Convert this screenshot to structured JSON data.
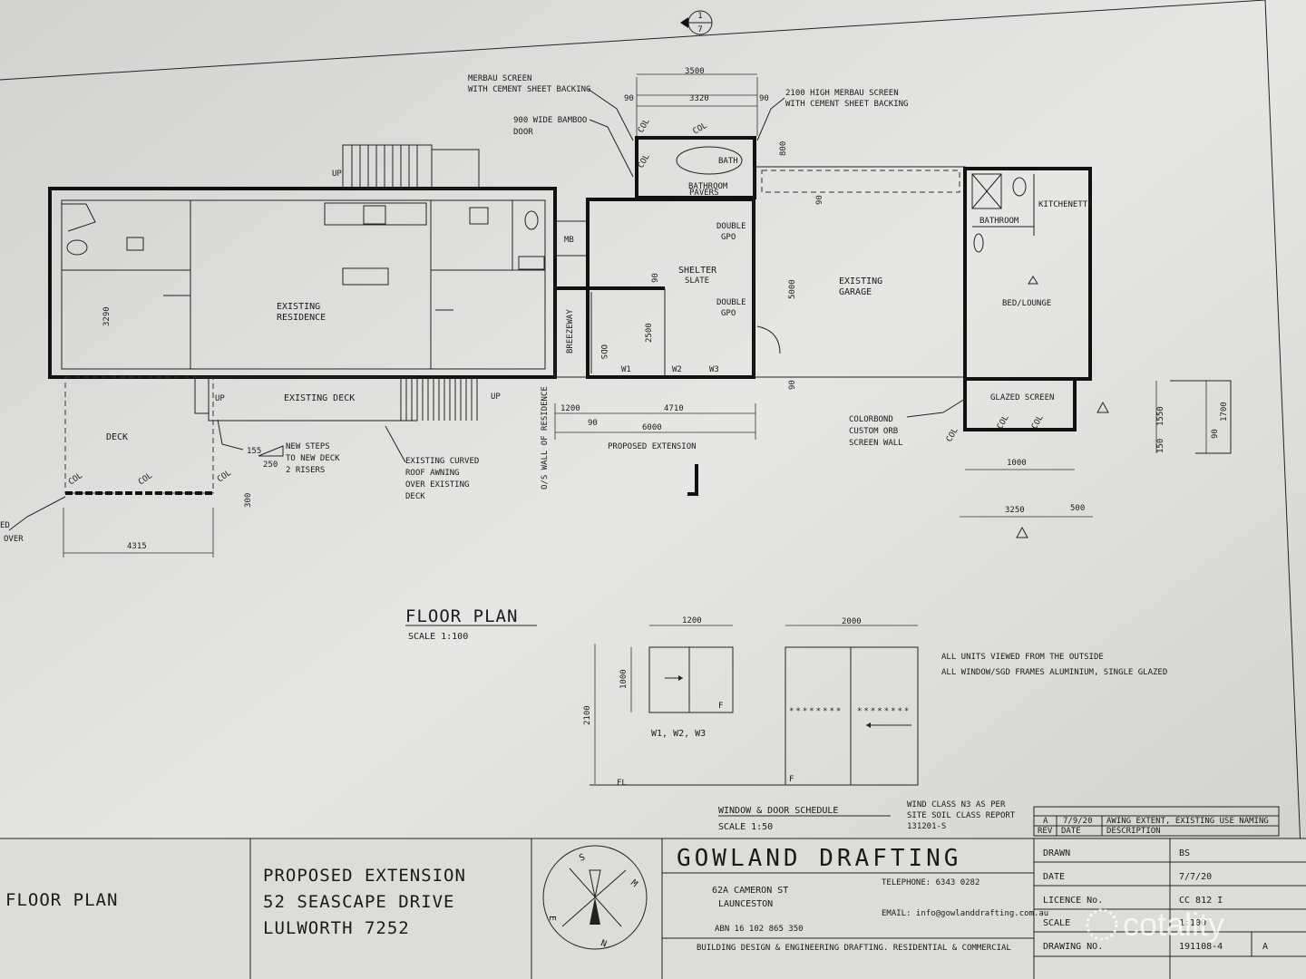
{
  "plan": {
    "north_marker": {
      "top": "1",
      "bottom": "7"
    },
    "rooms": {
      "existing_residence": "EXISTING\nRESIDENCE",
      "existing_deck": "EXISTING DECK",
      "deck": "DECK",
      "shelter": "SHELTER",
      "shelter_finish": "SLATE",
      "bathroom_top": "BATHROOM",
      "bathroom_top_finish": "PAVERS",
      "bath": "BATH",
      "breezeway": "BREEZEWAY",
      "ods": "ODS",
      "existing_garage": "EXISTING\nGARAGE",
      "bathroom_right": "BATHROOM",
      "kitchenette": "KITCHENETTE",
      "bed_lounge": "BED/LOUNGE",
      "glazed_screen": "GLAZED SCREEN",
      "mb": "MB"
    },
    "notes": {
      "merbau_screen": "MERBAU SCREEN\nWITH CEMENT SHEET BACKING",
      "bamboo_door": "900 WIDE BAMBOO\nDOOR",
      "merbau_2100": "2100 HIGH MERBAU SCREEN\nWITH CEMENT SHEET BACKING",
      "double_gpo_1": "DOUBLE\nGPO",
      "double_gpo_2": "DOUBLE\nGPO",
      "new_steps": "NEW STEPS\nTO NEW DECK\n2 RISERS",
      "curved_roof": "EXISTING CURVED\nROOF AWNING\nOVER EXISTING\nDECK",
      "colorbond": "COLORBOND\nCUSTOM ORB\nSCREEN WALL",
      "partial_left": "ED\nOVER",
      "proposed_extension": "PROPOSED EXTENSION",
      "os_wall": "O/S WALL OF RESIDENCE",
      "up1": "UP",
      "up2": "UP",
      "up3": "UP",
      "col": "COL",
      "step_rise": "155",
      "step_going": "250"
    },
    "windows": [
      "W1",
      "W2",
      "W3"
    ],
    "dims": {
      "d3500": "3500",
      "d3320": "3320",
      "d90a": "90",
      "d90b": "90",
      "d800": "800",
      "d90c": "90",
      "d5000": "5000",
      "d90d": "90",
      "d90e": "90",
      "d3290": "3290",
      "d2500": "2500",
      "d1200": "1200",
      "d4710": "4710",
      "d90f": "90",
      "d6000": "6000",
      "d4315": "4315",
      "d300": "300",
      "d1000": "1000",
      "d3250": "3250",
      "d500": "500",
      "d1550": "1550",
      "d1700": "1700",
      "d150": "150",
      "d90g": "90"
    },
    "title": "FLOOR PLAN",
    "scale": "SCALE 1:100"
  },
  "schedule": {
    "w_width": "1200",
    "w_height": "1000",
    "total_height": "2100",
    "door_width": "2000",
    "w_label": "W1, W2, W3",
    "f_mark": "F",
    "fl": "FL",
    "note1": "ALL UNITS VIEWED FROM THE OUTSIDE",
    "note2": "ALL WINDOW/SGD FRAMES ALUMINIUM, SINGLE GLAZED",
    "title": "WINDOW & DOOR SCHEDULE",
    "scale": "SCALE 1:50",
    "wind": "WIND CLASS N3 AS PER\nSITE SOIL CLASS REPORT\n131201-S"
  },
  "revision": {
    "rev": "A",
    "date": "7/9/20",
    "description": "AWING EXTENT, EXISTING USE NAMING",
    "h_rev": "REV",
    "h_date": "DATE",
    "h_desc": "DESCRIPTION"
  },
  "title_block": {
    "sheet_title": "FLOOR PLAN",
    "project": [
      "PROPOSED EXTENSION",
      "52 SEASCAPE DRIVE",
      "LULWORTH 7252"
    ],
    "compass": {
      "s": "S",
      "e": "E",
      "m": "M",
      "n": "N"
    },
    "company": "GOWLAND DRAFTING",
    "address1": "62A CAMERON ST",
    "address2": "LAUNCESTON",
    "telephone": "TELEPHONE:  6343 0282",
    "email": "EMAIL:  info@gowlanddrafting.com.au",
    "abn": "ABN 16 102 865 350",
    "tagline": "BUILDING DESIGN & ENGINEERING DRAFTING. RESIDENTIAL & COMMERCIAL",
    "rows": [
      {
        "label": "DRAWN",
        "value": "BS"
      },
      {
        "label": "DATE",
        "value": "7/7/20"
      },
      {
        "label": "LICENCE No.",
        "value": "CC 812 I"
      },
      {
        "label": "SCALE",
        "value": "1:100"
      },
      {
        "label": "DRAWING NO.",
        "value": "191108-4"
      }
    ],
    "rev_box": "A"
  },
  "watermark": "cotality"
}
